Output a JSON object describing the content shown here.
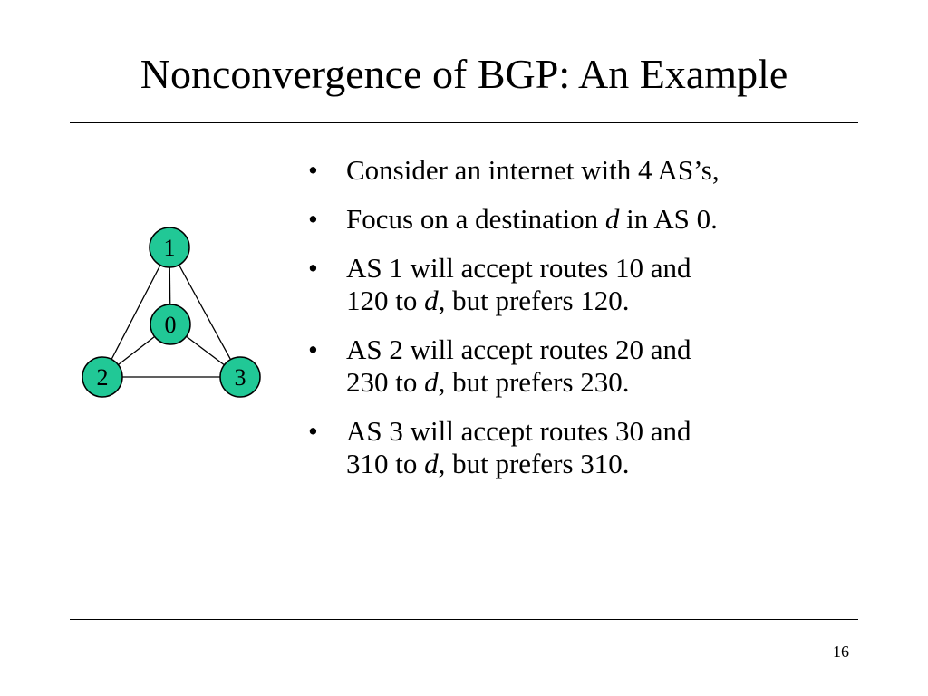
{
  "slide": {
    "title": "Nonconvergence of BGP: An Example",
    "page_number": "16"
  },
  "colors": {
    "node_fill": "#21c896",
    "node_stroke": "#000000",
    "edge": "#000000"
  },
  "graph": {
    "nodes": [
      {
        "id": "1",
        "label": "1"
      },
      {
        "id": "0",
        "label": "0"
      },
      {
        "id": "2",
        "label": "2"
      },
      {
        "id": "3",
        "label": "3"
      }
    ],
    "edges": [
      [
        "1",
        "0"
      ],
      [
        "1",
        "2"
      ],
      [
        "1",
        "3"
      ],
      [
        "0",
        "2"
      ],
      [
        "0",
        "3"
      ],
      [
        "2",
        "3"
      ]
    ]
  },
  "bullets": [
    {
      "segments": [
        {
          "text": "Consider an internet with 4 AS’s,",
          "italic": false
        }
      ]
    },
    {
      "segments": [
        {
          "text": "Focus on a destination ",
          "italic": false
        },
        {
          "text": "d",
          "italic": true
        },
        {
          "text": " in AS 0.",
          "italic": false
        }
      ]
    },
    {
      "segments": [
        {
          "text": "AS 1 will accept routes 10 and\n120 to ",
          "italic": false
        },
        {
          "text": "d,",
          "italic": true
        },
        {
          "text": " but prefers 120.",
          "italic": false
        }
      ]
    },
    {
      "segments": [
        {
          "text": "AS 2 will accept routes 20 and\n230 to ",
          "italic": false
        },
        {
          "text": "d,",
          "italic": true
        },
        {
          "text": " but prefers 230.",
          "italic": false
        }
      ]
    },
    {
      "segments": [
        {
          "text": "AS 3 will accept routes 30 and\n310 to ",
          "italic": false
        },
        {
          "text": "d,",
          "italic": true
        },
        {
          "text": " but prefers 310.",
          "italic": false
        }
      ]
    }
  ]
}
